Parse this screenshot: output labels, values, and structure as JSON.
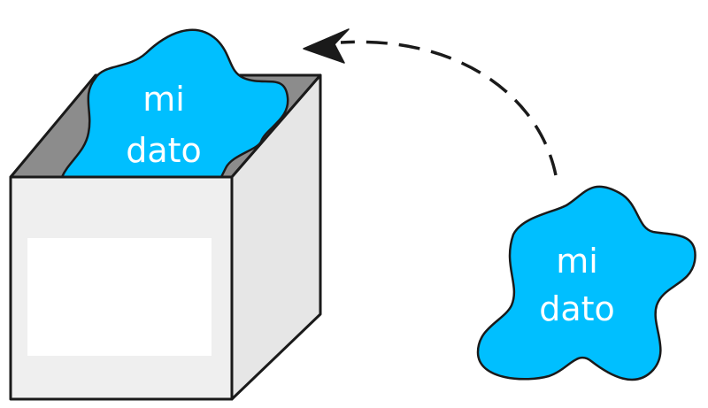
{
  "box_blob": {
    "line1": "mi",
    "line2": "dato"
  },
  "free_blob": {
    "line1": "mi",
    "line2": "dato"
  },
  "colors": {
    "blob_fill": "#00bfff",
    "outline": "#1a1a1a",
    "box_face": "#efefef",
    "box_side": "#e6e6e6",
    "box_inner": "#8c8c8c",
    "label_area": "#ffffff"
  }
}
